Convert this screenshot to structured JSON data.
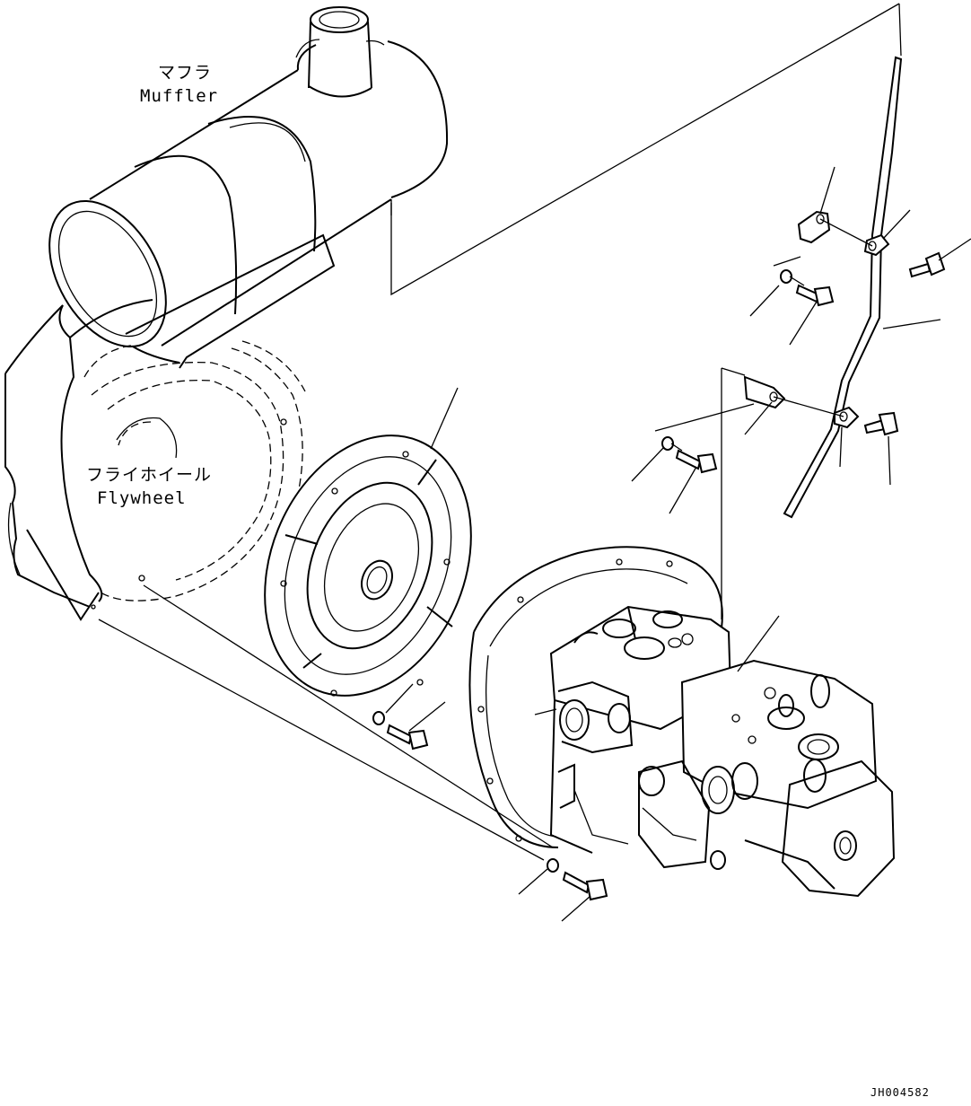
{
  "labels": {
    "muffler_jp": "マフラ",
    "muffler_en": "Muffler",
    "flywheel_jp": "フライホイール",
    "flywheel_en": "Flywheel"
  },
  "drawing_code": "JH004582",
  "colors": {
    "line": "#000000",
    "background": "#ffffff"
  }
}
